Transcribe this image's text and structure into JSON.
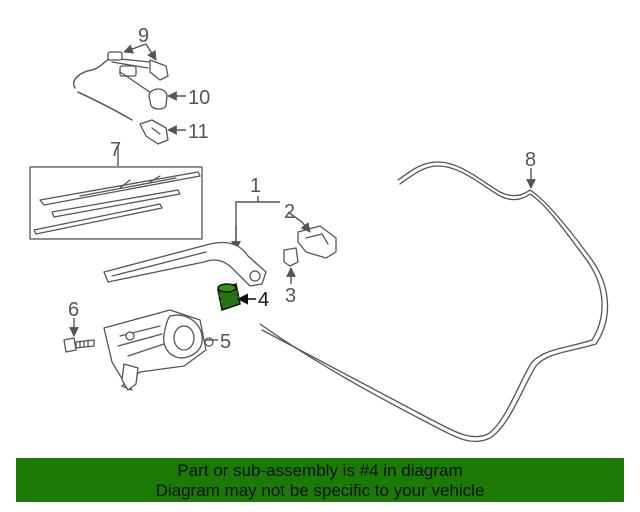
{
  "callouts": {
    "c1": "1",
    "c2": "2",
    "c3": "3",
    "c4": "4",
    "c5": "5",
    "c6": "6",
    "c7": "7",
    "c8": "8",
    "c9": "9",
    "c10": "10",
    "c11": "11"
  },
  "highlight_color": "#1b7a06",
  "banner": {
    "line1": "Part or sub-assembly is #4 in diagram",
    "line2": "Diagram may not be specific to your vehicle"
  }
}
